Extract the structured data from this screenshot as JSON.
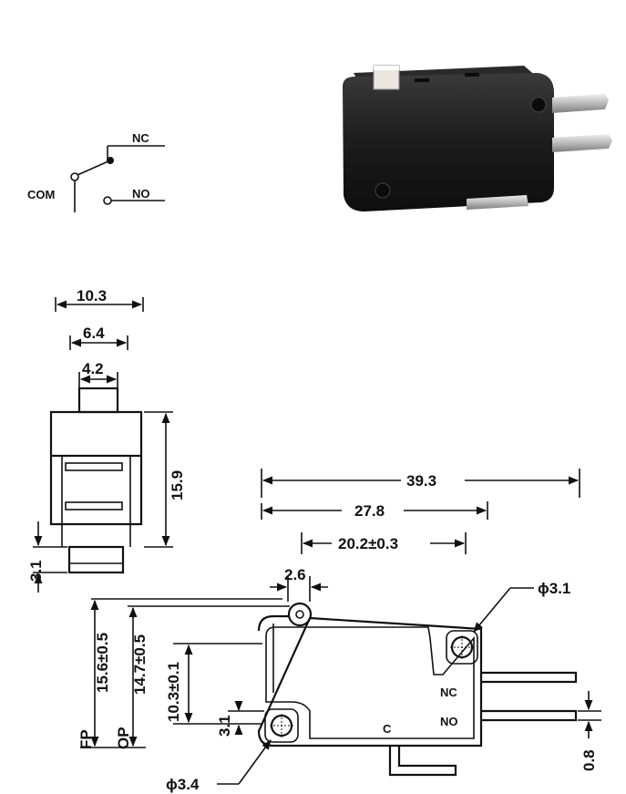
{
  "schematic": {
    "nc": "NC",
    "com": "COM",
    "no": "NO"
  },
  "front_view": {
    "width_outer": "10.3",
    "width_mid": "6.4",
    "width_actuator": "4.2",
    "height": "15.9",
    "terminal": "3.1"
  },
  "side_view": {
    "length_overall": "39.3",
    "length_terminals": "27.8",
    "hole_spacing": "20.2±0.3",
    "roller": "2.6",
    "hole_top": "ϕ3.1",
    "hole_bottom": "ϕ3.4",
    "free_position": "15.6±0.5",
    "operating_position": "14.7±0.5",
    "hole_height": "10.3±0.1",
    "hole_offset": "3.1",
    "terminal_thickness": "0.8",
    "fp_label": "FP",
    "op_label": "OP",
    "nc_label": "NC",
    "no_label": "NO",
    "c_label": "C"
  },
  "colors": {
    "ink": "#111111",
    "housing": "#1e1e1e",
    "actuator": "#e8e4da",
    "terminal": "#cfcfcf"
  }
}
